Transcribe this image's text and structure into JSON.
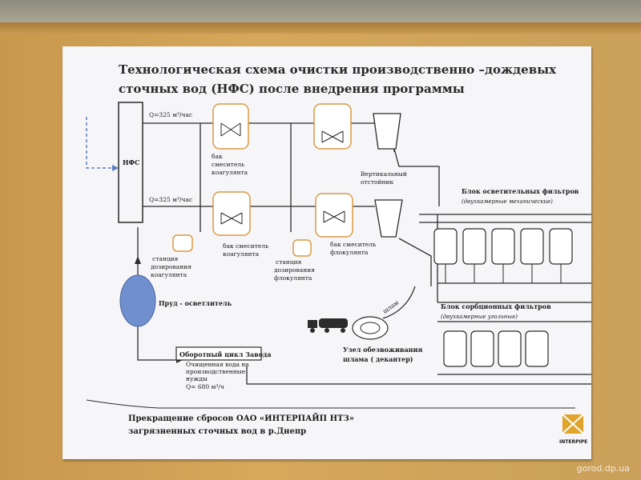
{
  "title": {
    "line1": "Технологическая схема очистки производственно –дождевых",
    "line2": "сточных вод (НФС) после внедрения программы"
  },
  "nfs": "НФС",
  "flow_top": "Q=325 м³/час",
  "flow_bottom": "Q=325 м³/час",
  "tank_coag_top": [
    "бак",
    "смеситель",
    "коагулянта"
  ],
  "tank_coag_bottom": [
    "бак смеситель",
    "коагулянта"
  ],
  "tank_floc_bottom": [
    "бак смеситель",
    "флокулянта"
  ],
  "clarifier": [
    "Вертикальный",
    "отстойник"
  ],
  "station_coag": [
    "станция",
    "дозирования",
    "коагулянта"
  ],
  "station_floc": [
    "станция",
    "дозирования",
    "флокулянта"
  ],
  "pond": "Пруд - осветлитель",
  "filters_light": {
    "title": "Блок осветительных фильтров",
    "sub": "(двухкамерные механические)"
  },
  "filters_sorb": {
    "title": "Блок сорбционных фильтров",
    "sub": "(двухкамерные угольные)"
  },
  "sludge": "шлам",
  "dewatering": [
    "Узел обезвоживания",
    "шлама ( декантер)"
  ],
  "cycle": "Оборотный цикл Завода",
  "purified": [
    "Очищенная вода на",
    "производственные",
    "нужды",
    "Q= 680 м³/ч"
  ],
  "footer": [
    "Прекращение сбросов ОАО «ИНТЕРПАЙП НТЗ»",
    "загрязненных сточных вод в р.Днепр"
  ],
  "brand": "INTERPIPE",
  "watermark": "gorod.dp.ua",
  "colors": {
    "orange": "#d99a45",
    "pond": "#6f8fcf",
    "arrow": "#5b7fc4",
    "line": "#2b2b2b",
    "logo": "#e0a42a"
  }
}
